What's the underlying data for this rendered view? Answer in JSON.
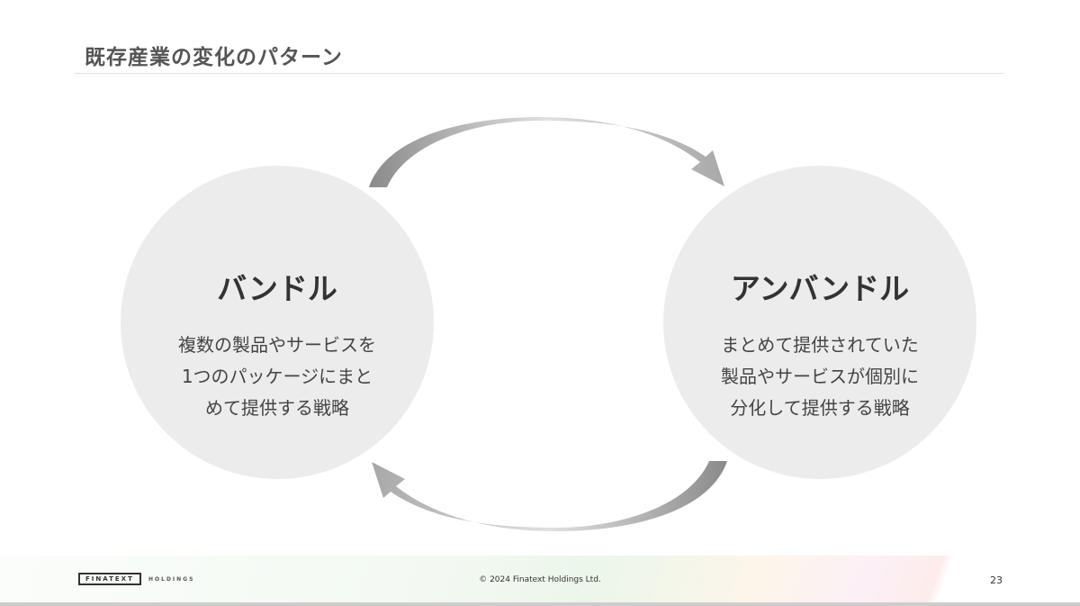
{
  "title": "既存産業の変化のパターン",
  "left_circle": {
    "title": "バンドル",
    "lines": [
      "複数の製品やサービスを",
      "1つのパッケージにまと",
      "めて提供する戦略"
    ]
  },
  "right_circle": {
    "title": "アンバンドル",
    "lines": [
      "まとめて提供されていた",
      "製品やサービスが個別に",
      "分化して提供する戦略"
    ]
  },
  "footer": {
    "logo": "FINATEXT",
    "logo_sub": "HOLDINGS",
    "copyright": "© 2024 Finatext Holdings Ltd.",
    "page_number": "23"
  }
}
